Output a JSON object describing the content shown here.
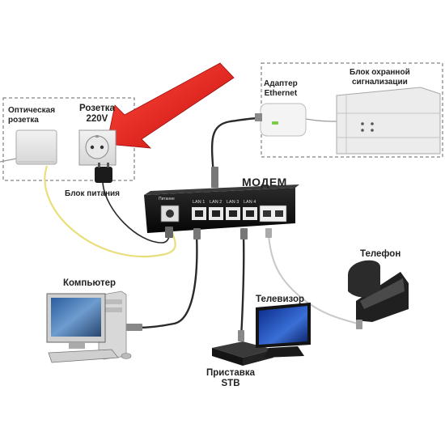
{
  "labels": {
    "optical_socket": [
      "Оптическая",
      "розетка"
    ],
    "power_outlet": [
      "Розетка",
      "220V"
    ],
    "power_supply": "Блок питания",
    "ethernet_adapter": [
      "Адаптер",
      "Ethernet"
    ],
    "alarm_unit": [
      "Блок охранной",
      "сигнализации"
    ],
    "modem": "МОДЕМ",
    "modem_power_port": "Питание",
    "lan_ports": [
      "LAN 1",
      "LAN 2",
      "LAN 3",
      "LAN 4"
    ],
    "phone": "Телефон",
    "computer": "Компьютер",
    "tv": "Телевизор",
    "stb": [
      "Приставка",
      "STB"
    ]
  },
  "colors": {
    "arrow": "#e21f1f",
    "modem_body": "#121212",
    "yellow_fiber": "#e8df7a",
    "cable": "#2a2a2a",
    "phone_cable": "#bbbbbb",
    "dashed_border": "#666666"
  }
}
